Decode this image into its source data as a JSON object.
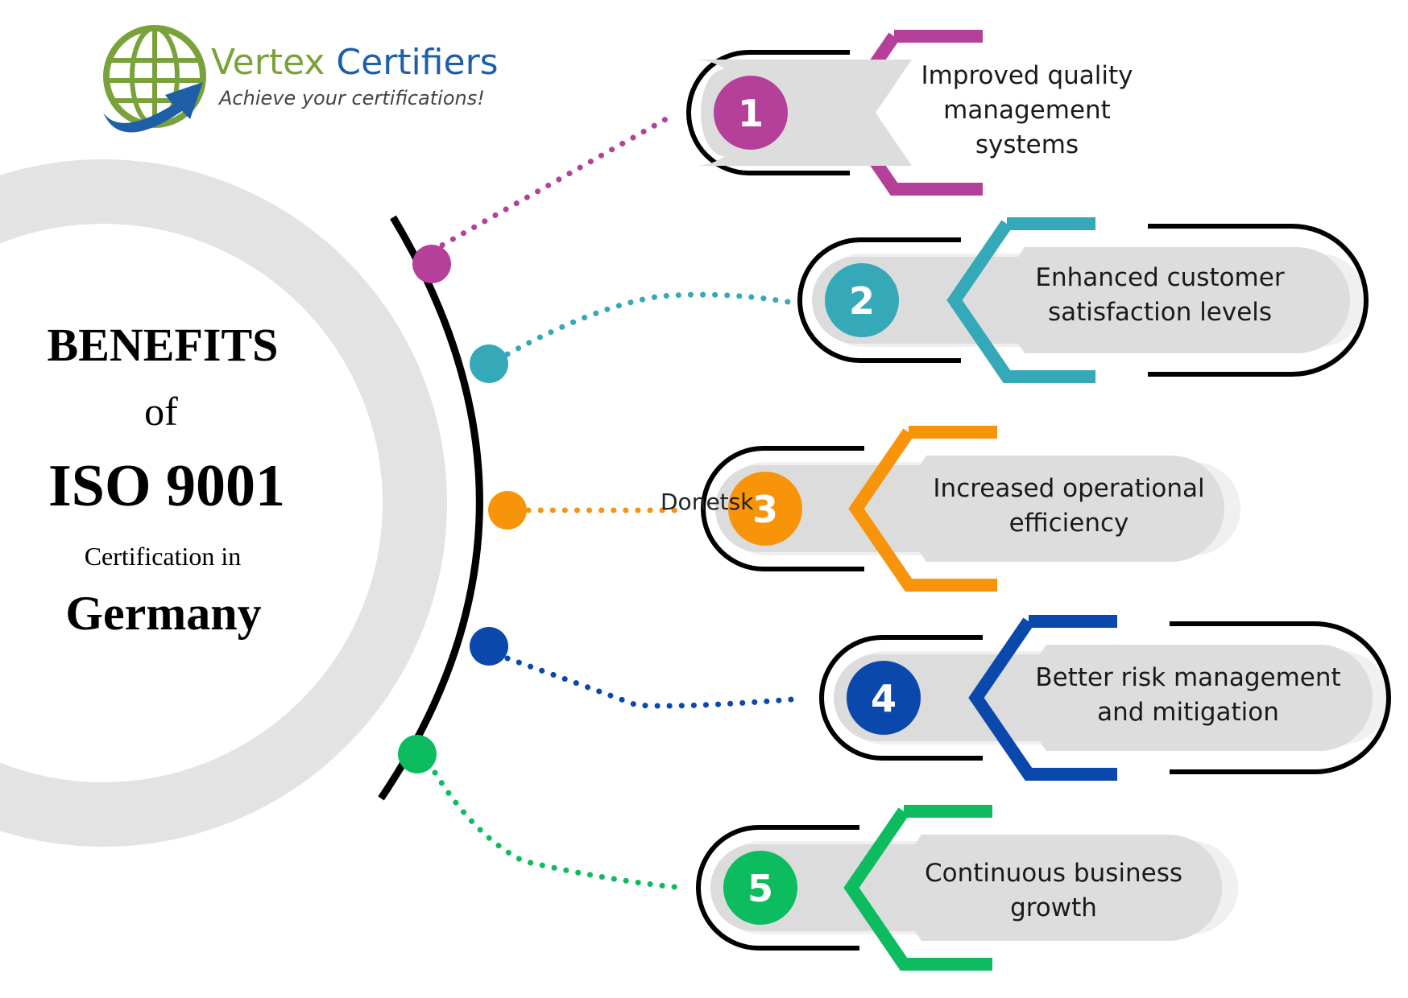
{
  "logo": {
    "name": "Vertex Certifiers",
    "tagline": "Achieve your certifications!",
    "name_color_1": "#7aa23a",
    "name_color_2": "#1f5fa8"
  },
  "heading": {
    "line1": "BENEFITS",
    "line2": "of",
    "line3": "ISO 9001",
    "line4": "Certification in",
    "line5": "Germany"
  },
  "stray_label": "Donetsk",
  "benefits": [
    {
      "number": "1",
      "lines": [
        "Improved quality",
        "management",
        "systems"
      ],
      "color": "#b5409a"
    },
    {
      "number": "2",
      "lines": [
        "Enhanced customer",
        "satisfaction levels"
      ],
      "color": "#35a9b8"
    },
    {
      "number": "3",
      "lines": [
        "Increased operational",
        "efficiency"
      ],
      "color": "#f7940a"
    },
    {
      "number": "4",
      "lines": [
        "Better risk management",
        "and mitigation"
      ],
      "color": "#0b48ac"
    },
    {
      "number": "5",
      "lines": [
        "Continuous  business",
        "growth"
      ],
      "color": "#0dbc5e"
    }
  ]
}
